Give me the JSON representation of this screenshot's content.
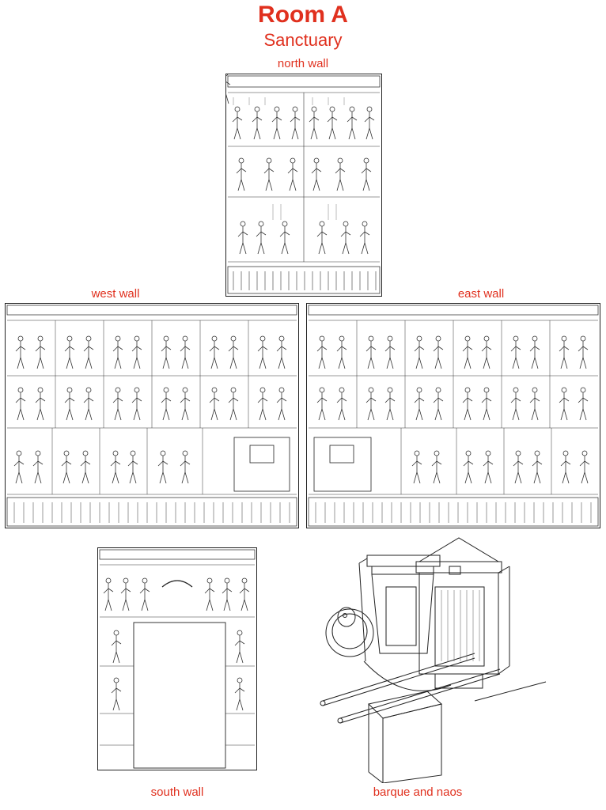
{
  "header": {
    "title": "Room A",
    "subtitle": "Sanctuary"
  },
  "panels": {
    "north": {
      "label": "north wall"
    },
    "west": {
      "label": "west wall"
    },
    "east": {
      "label": "east wall"
    },
    "south": {
      "label": "south wall"
    },
    "barque": {
      "label": "barque and naos"
    }
  },
  "colors": {
    "label": "#e0301e",
    "ink": "#222222"
  }
}
